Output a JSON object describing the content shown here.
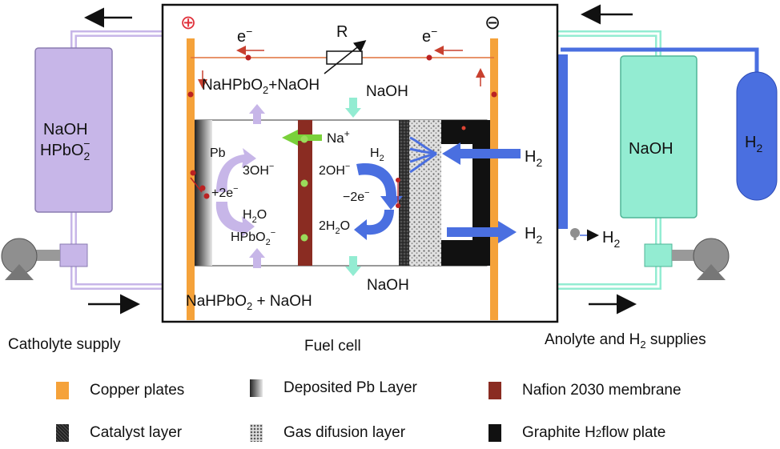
{
  "diagram": {
    "plus_symbol": "⊕",
    "minus_symbol": "⊖",
    "electron": "e",
    "electron_sup": "−",
    "resistor_label": "R",
    "cathode_top_species": "NaHPbO",
    "cathode_top_sub": "2",
    "cathode_top_rest": "+NaOH",
    "anode_top": "NaOH",
    "sodium_ion": "Na",
    "sodium_sup": "+",
    "pb": "Pb",
    "hydroxide3": "3OH",
    "hydroxide3_sup": "−",
    "plus_2e": "+2e",
    "plus_2e_sup": "−",
    "h2o": "H",
    "h2o_sub": "2",
    "h2o_rest": "O",
    "hpbo2": "HPbO",
    "hpbo2_sub": "2",
    "hpbo2_sup": "−",
    "h2_in_cell": "H",
    "h2_in_cell_sub": "2",
    "oh2": "2OH",
    "oh2_sup": "−",
    "minus_2e": "−2e",
    "minus_2e_sup": "−",
    "water2": "2H",
    "water2_sub": "2",
    "water2_rest": "O",
    "cathode_bottom": "NaHPbO",
    "cathode_bottom_sub": "2",
    "cathode_bottom_rest": " + NaOH",
    "anode_bottom": "NaOH",
    "h2_out_top": "H",
    "h2_out_top_sub": "2",
    "h2_out_bottom": "H",
    "h2_out_bottom_sub": "2",
    "h2_vent": "H",
    "h2_vent_sub": "2",
    "cat_tank_line1": "NaOH",
    "cat_tank_line2": "HPbO",
    "cat_tank_line2_sub": "2",
    "cat_tank_line2_sup": "−",
    "anode_tank": "NaOH",
    "h2_tank": "H",
    "h2_tank_sub": "2"
  },
  "captions": {
    "catholyte": "Catholyte supply",
    "fuel_cell": "Fuel cell",
    "anolyte_prefix": "Anolyte and H",
    "anolyte_sub": "2",
    "anolyte_suffix": " supplies"
  },
  "legend": {
    "copper": "Copper plates",
    "pb_layer": "Deposited Pb Layer",
    "nafion": "Nafion 2030 membrane",
    "catalyst": "Catalyst layer",
    "gdl": "Gas difusion layer",
    "graphite_prefix": "Graphite H",
    "graphite_sub": "2",
    "graphite_suffix": " flow plate"
  },
  "colors": {
    "copper": "#f5a23a",
    "catholyte": "#c7b6e8",
    "anolyte": "#93ecd2",
    "hydrogen": "#4a6fe0",
    "nafion": "#8a2c22",
    "graphite": "#111111",
    "sodium_arrow": "#7ad13a"
  }
}
